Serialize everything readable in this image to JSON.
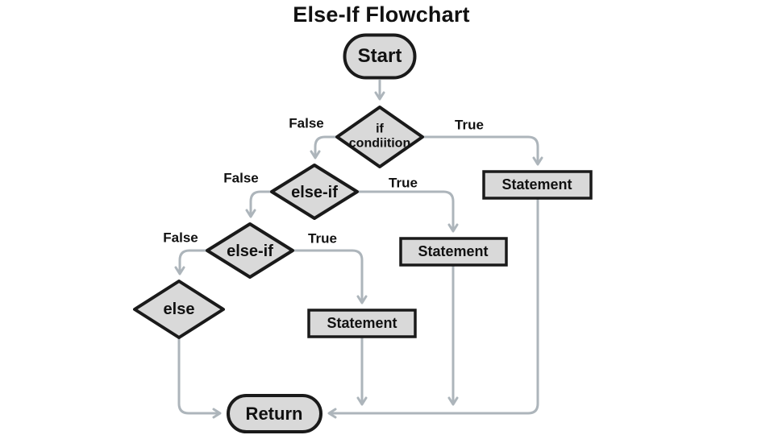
{
  "title": "Else-If Flowchart",
  "colors": {
    "node_fill": "#d9d9d9",
    "node_border": "#1a1a1a",
    "connector": "#adb5bb",
    "text": "#111111",
    "background": "#ffffff"
  },
  "nodes": {
    "start": {
      "label": "Start",
      "type": "terminator"
    },
    "if_condition": {
      "label_line1": "if",
      "label_line2": "condiition",
      "type": "decision"
    },
    "else_if_1": {
      "label": "else-if",
      "type": "decision"
    },
    "else_if_2": {
      "label": "else-if",
      "type": "decision"
    },
    "else": {
      "label": "else",
      "type": "decision"
    },
    "statement_1": {
      "label": "Statement",
      "type": "process"
    },
    "statement_2": {
      "label": "Statement",
      "type": "process"
    },
    "statement_3": {
      "label": "Statement",
      "type": "process"
    },
    "return": {
      "label": "Return",
      "type": "terminator"
    }
  },
  "edge_labels": {
    "false_1": "False",
    "true_1": "True",
    "false_2": "False",
    "true_2": "True",
    "false_3": "False",
    "true_3": "True"
  }
}
